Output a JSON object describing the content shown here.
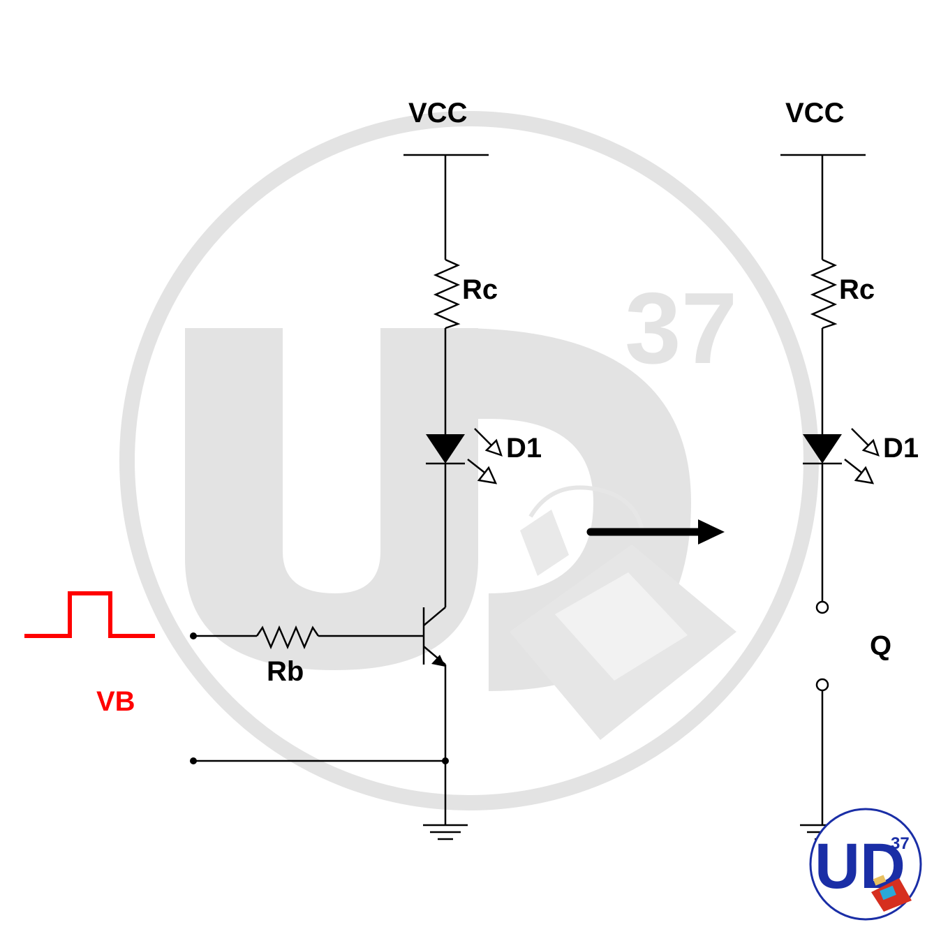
{
  "colors": {
    "wire": "#000000",
    "signal": "#ff0000",
    "watermark": "#e3e3e3",
    "logo_blue": "#1a2ea6"
  },
  "left_circuit": {
    "vcc_label": "VCC",
    "rc_label": "Rc",
    "d1_label": "D1",
    "rb_label": "Rb",
    "vb_label": "VB"
  },
  "right_circuit": {
    "vcc_label": "VCC",
    "rc_label": "Rc",
    "d1_label": "D1",
    "q_label": "Q"
  },
  "watermark": {
    "letters": "UD",
    "superscript": "37"
  },
  "corner_logo": {
    "letters": "UD",
    "superscript": "37"
  }
}
